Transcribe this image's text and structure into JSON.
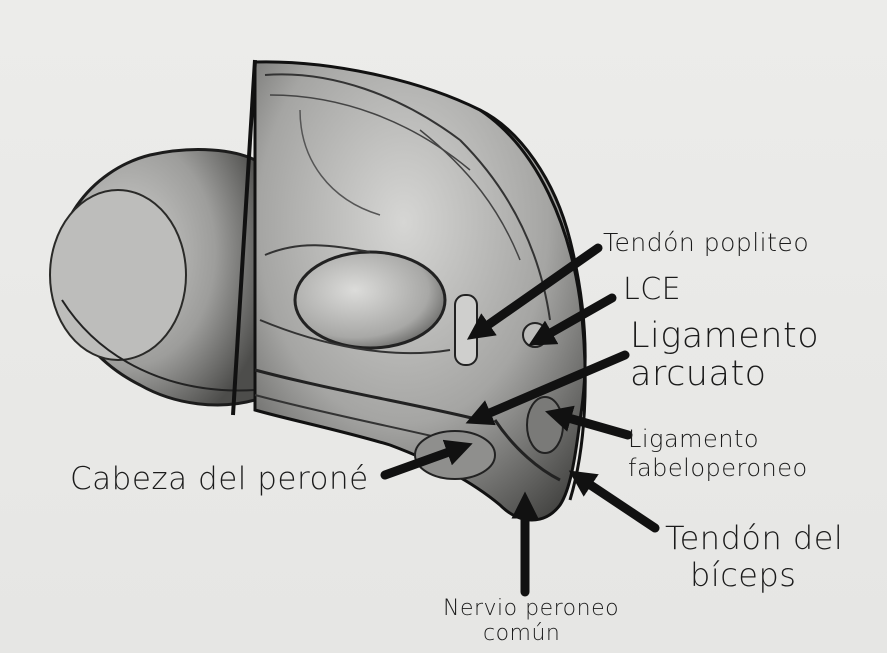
{
  "labels": {
    "tendon_popliteo": "Tendón popliteo",
    "lce": "LCE",
    "ligamento_arcuato": [
      "Ligamento",
      "arcuato"
    ],
    "ligamento_fabeloperoneo": [
      "Ligamento",
      "fabeloperoneo"
    ],
    "cabeza_del_perone": "Cabeza del peroné",
    "tendon_del_biceps": [
      "Tendón del",
      "bíceps"
    ],
    "nervio_peroneo_comun": [
      "Nervio peroneo",
      "común"
    ]
  },
  "colors": {
    "ink": "#1b1b1b",
    "paper": "#e9e9e7",
    "shade": "#8a8a88"
  }
}
